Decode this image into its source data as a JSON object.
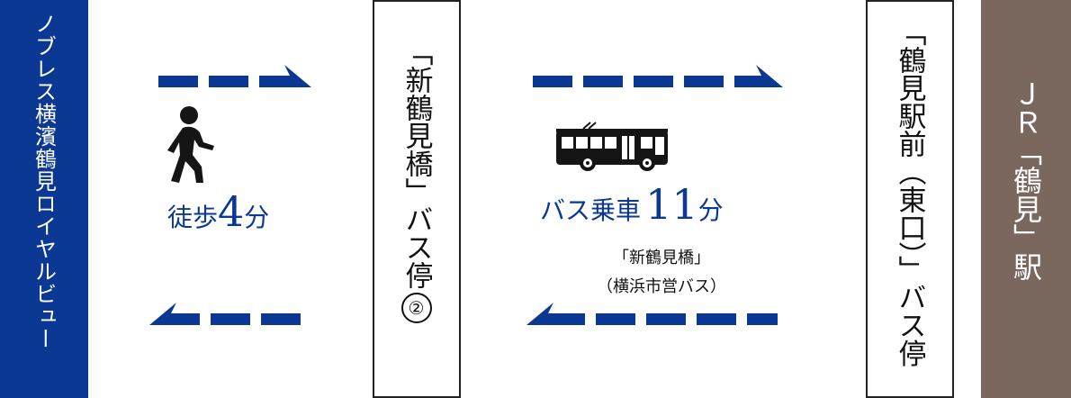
{
  "origin": {
    "label": "ノブレス横濱鶴見ロイヤルビュー"
  },
  "walk": {
    "mode": "徒歩",
    "minutes": "4",
    "unit": "分",
    "icon": "walking-person-icon"
  },
  "stop_1": {
    "name": "「新鶴見橋」バス停",
    "number": "②"
  },
  "bus": {
    "mode": "バス乗車",
    "minutes": "11",
    "unit": "分",
    "icon": "bus-icon",
    "stop_name": "「新鶴見橋」",
    "operator": "（横浜市営バス）"
  },
  "stop_2": {
    "name": "「鶴見駅前（東口）」バス停"
  },
  "destination": {
    "label": "ＪＲ「鶴見」駅"
  },
  "colors": {
    "navy": "#0b3893",
    "brown": "#7a675d"
  }
}
